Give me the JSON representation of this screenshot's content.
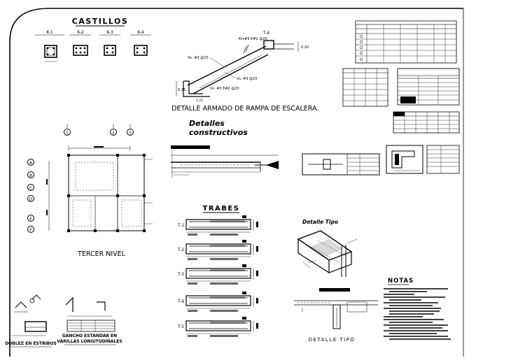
{
  "titles": {
    "castillos": "CASTILLOS",
    "stair_detail": "DETALLE ARMADO DE RAMPA DE ESCALERA.",
    "detalles_line1": "Detalles",
    "detalles_line2": "constructivos",
    "trabes": "TRABES",
    "tercer_nivel": "TERCER NIVEL",
    "detalle_tipo_italic": "Detalle Tipo",
    "detalle_tipo": "DETALLE TIPO",
    "notas": "NOTAS",
    "doblez": "DOBLEZ EN ESTRIBOS",
    "gancho_line1": "GANCHO ESTANDAR EN",
    "gancho_line2": "VARILLAS LONGITUDINALES"
  },
  "castillos": [
    {
      "label": "K-1"
    },
    {
      "label": "K-2"
    },
    {
      "label": "K-3"
    },
    {
      "label": "K-4"
    }
  ],
  "stair": {
    "t_label": "T-4",
    "top_note": "4Vs#3 E#2 @20",
    "dim_right": "0.20",
    "dim_left": "0.25",
    "dim_bottom": "1.25",
    "bar1": "Vs. #3 @20",
    "bar2": "Vs. #3 @15",
    "bar3": "Vs. #3 E#2 @20"
  },
  "trabes": [
    {
      "label": "T-1"
    },
    {
      "label": "T-2"
    },
    {
      "label": "T-3"
    },
    {
      "label": "T-4"
    },
    {
      "label": "T-5"
    }
  ],
  "grid_axes": {
    "top": [
      "1",
      "2",
      "3"
    ],
    "left": [
      "A",
      "B",
      "C",
      "D",
      "E",
      "F"
    ]
  },
  "colors": {
    "line": "#000000",
    "background": "#ffffff"
  }
}
